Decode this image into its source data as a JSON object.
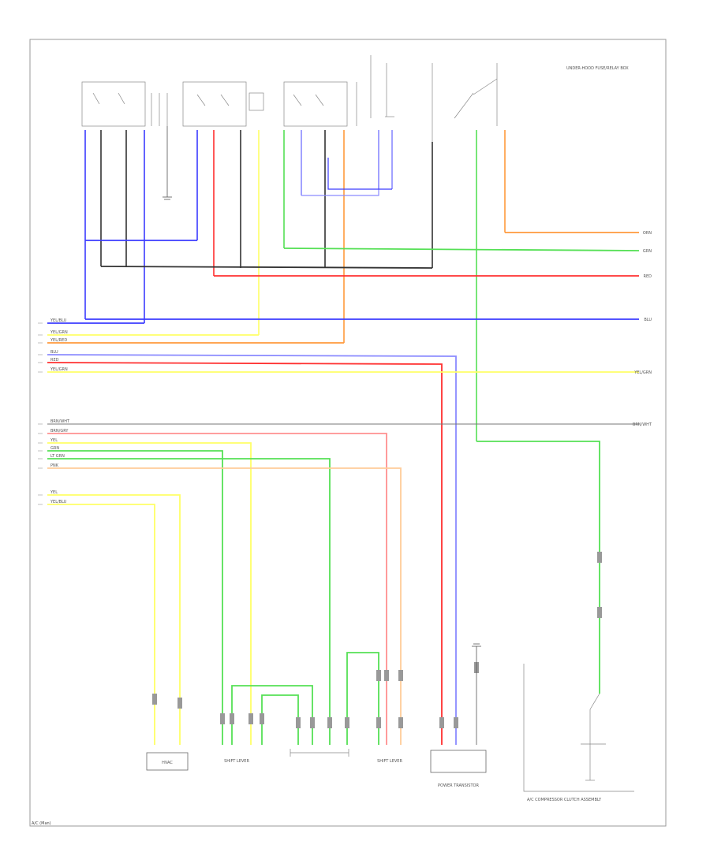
{
  "colors": {
    "blue": "#3b3bff",
    "black": "#333333",
    "red": "#ff3030",
    "yellow": "#ffff66",
    "orange": "#ff9a3c",
    "green": "#55e055",
    "violet": "#8a8aff",
    "pink": "#ff9090",
    "gray": "#777777"
  },
  "left_labels": {
    "group1": [
      "YEL/BLU",
      "YEL/GRN",
      "YEL/RED",
      "BLU",
      "RED",
      "YEL/GRN"
    ],
    "group2": [
      "BRN/WHT",
      "BRN/GRY",
      "YEL",
      "GRN",
      "LT GRN",
      "PNK"
    ],
    "group3": [
      "YEL",
      "YEL/BLU"
    ]
  },
  "right_labels": [
    "ORN",
    "GRN",
    "RED",
    "BLU",
    "YEL/GRN",
    "BRN/WHT"
  ],
  "components": {
    "heater_control": "HVAC",
    "recirc_left": "SHIFT LEVER",
    "recirc_right": "SHIFT LEVER",
    "power_transistor": "POWER TRANSISTOR",
    "ac_clutch": "A/C COMPRESSOR CLUTCH ASSEMBLY",
    "fuse_box": "UNDER-HOOD FUSE/RELAY BOX"
  },
  "footer_code": "A/C (Man)"
}
